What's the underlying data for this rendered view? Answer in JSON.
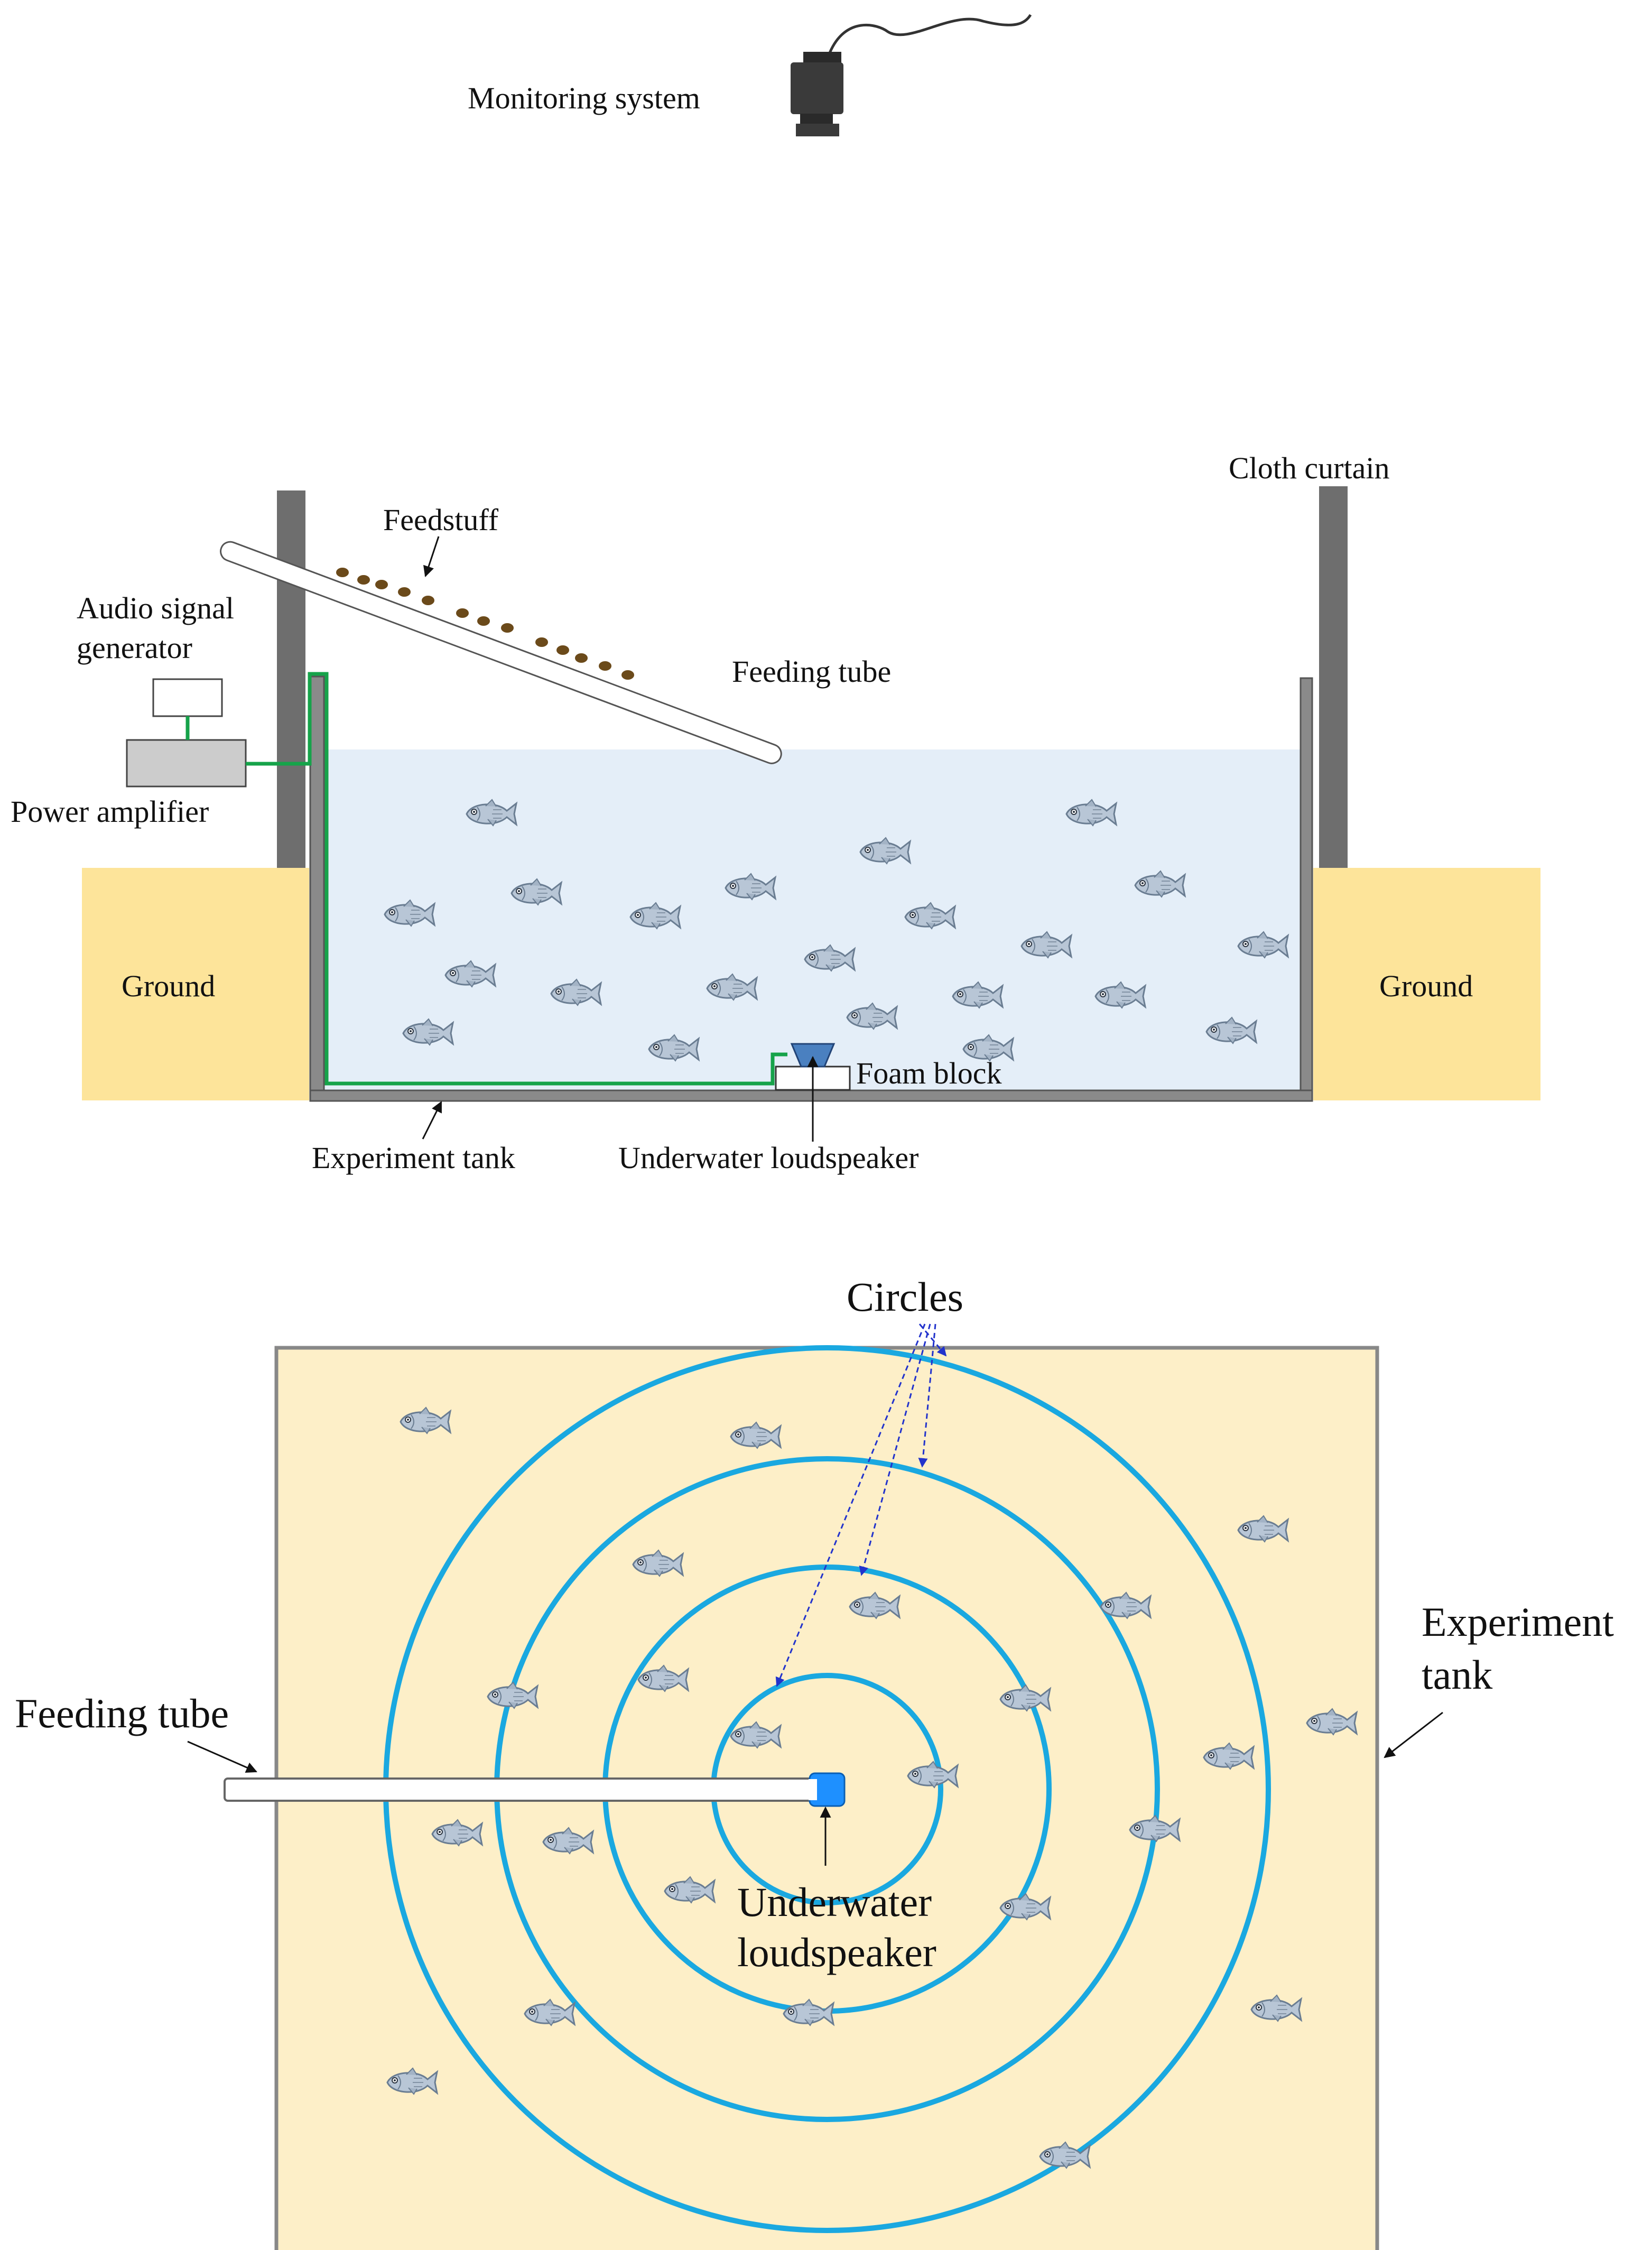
{
  "side_view": {
    "monitoring_label": "Monitoring system",
    "cloth_curtain_label": "Cloth curtain",
    "feedstuff_label": "Feedstuff",
    "audio_generator_label_line1": "Audio signal",
    "audio_generator_label_line2": "generator",
    "feeding_tube_label": "Feeding tube",
    "power_amplifier_label": "Power amplifier",
    "ground_left_label": "Ground",
    "ground_right_label": "Ground",
    "foam_block_label": "Foam block",
    "experiment_tank_label": "Experiment tank",
    "underwater_loudspeaker_label": "Underwater loudspeaker"
  },
  "top_view": {
    "circles_label": "Circles",
    "experiment_tank_label_line1": "Experiment",
    "experiment_tank_label_line2": "tank",
    "feeding_tube_label": "Feeding tube",
    "underwater_loudspeaker_label_line1": "Underwater",
    "underwater_loudspeaker_label_line2": "loudspeaker"
  },
  "colors": {
    "water": "#e4eef8",
    "ground": "#fde49a",
    "tank_floor_top_view": "#fdefc8",
    "ring": "#1aa8e0",
    "wall": "#666666",
    "cable": "#16a34a",
    "feed_pellet": "#6b4a1a",
    "speaker": "#1e90ff"
  },
  "icons": [
    "camera-icon",
    "fish-icon",
    "loudspeaker-icon",
    "feed-pellet-icon",
    "arrow-icon"
  ]
}
